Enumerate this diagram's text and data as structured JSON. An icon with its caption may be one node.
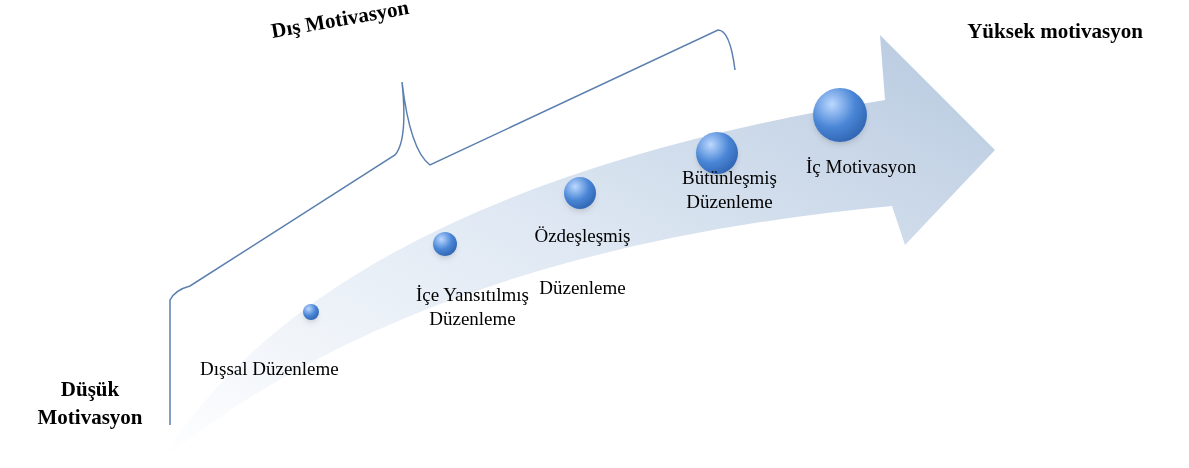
{
  "diagram": {
    "nodes": [
      {
        "text": [],
        "shape": "circle",
        "beside": [
          "Dışsal Düzenleme"
        ]
      },
      {
        "text": [],
        "shape": "circle",
        "beside": [
          "İçe Yansıtılmış Düzenleme"
        ]
      },
      {
        "text": [],
        "shape": "circle",
        "beside": [
          "Özdeşleşmiş Düzenleme"
        ]
      },
      {
        "text": [],
        "shape": "circle",
        "beside": [
          "Bütünleşmiş Düzenleme"
        ]
      },
      {
        "text": [],
        "shape": "circle",
        "beside": [
          "İç Motivasyon"
        ]
      }
    ],
    "labels": [
      "Dış Motivasyon",
      "Yüksek motivasyon",
      "Düşük Motivasyon"
    ]
  }
}
